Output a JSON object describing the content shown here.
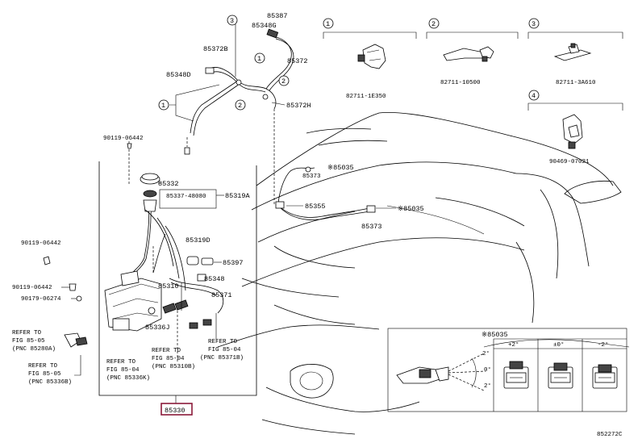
{
  "diagram": {
    "callouts": {
      "c1": "1",
      "c2": "2",
      "c3": "3",
      "c4": "4"
    },
    "parts": {
      "p85387": "85387",
      "p85348G": "85348G",
      "p85372B": "85372B",
      "p85372": "85372",
      "p85348D": "85348D",
      "p85372H": "85372H",
      "p85332": "85332",
      "p85337": "85337-48080",
      "p85319A": "85319A",
      "p85319D": "85319D",
      "p85397": "85397",
      "p85348": "85348",
      "p85310": "85310",
      "p85371": "85371",
      "p85336J": "85336J",
      "p85330": "85330",
      "p85373a": "85373",
      "p85035a": "※85035",
      "p85355": "85355",
      "p85035b": "※85035",
      "p85373b": "85373",
      "b90119a": "90119-06442",
      "b90119b": "90119-06442",
      "b90119c": "90119-06442",
      "b90179": "90179-06274",
      "clip1": "82711-1E350",
      "clip2": "82711-10500",
      "clip3": "82711-3A610",
      "clip4": "90469-07021"
    },
    "refs": {
      "refA": [
        "REFER TO",
        "FIG 85-05",
        "(PNC 85280A)"
      ],
      "refB": [
        "REFER TO",
        "FIG 85-05",
        "(PNC 85336B)"
      ],
      "refC": [
        "REFER TO",
        "FIG 85-04",
        "(PNC 85336K)"
      ],
      "refD": [
        "REFER TO",
        "FIG 85-04",
        "(PNC 85310B)"
      ],
      "refE": [
        "REFER TO",
        "FIG 85-04",
        "(PNC 85371B)"
      ]
    },
    "inset": {
      "title": "※85035",
      "col1": "+2°",
      "col2": "±0°",
      "col3": "-2°",
      "ang_top": "2°",
      "ang_mid": "0°",
      "ang_bot": "2°"
    },
    "figure_code": "852272C",
    "highlight_color": "#8b1a3a"
  }
}
